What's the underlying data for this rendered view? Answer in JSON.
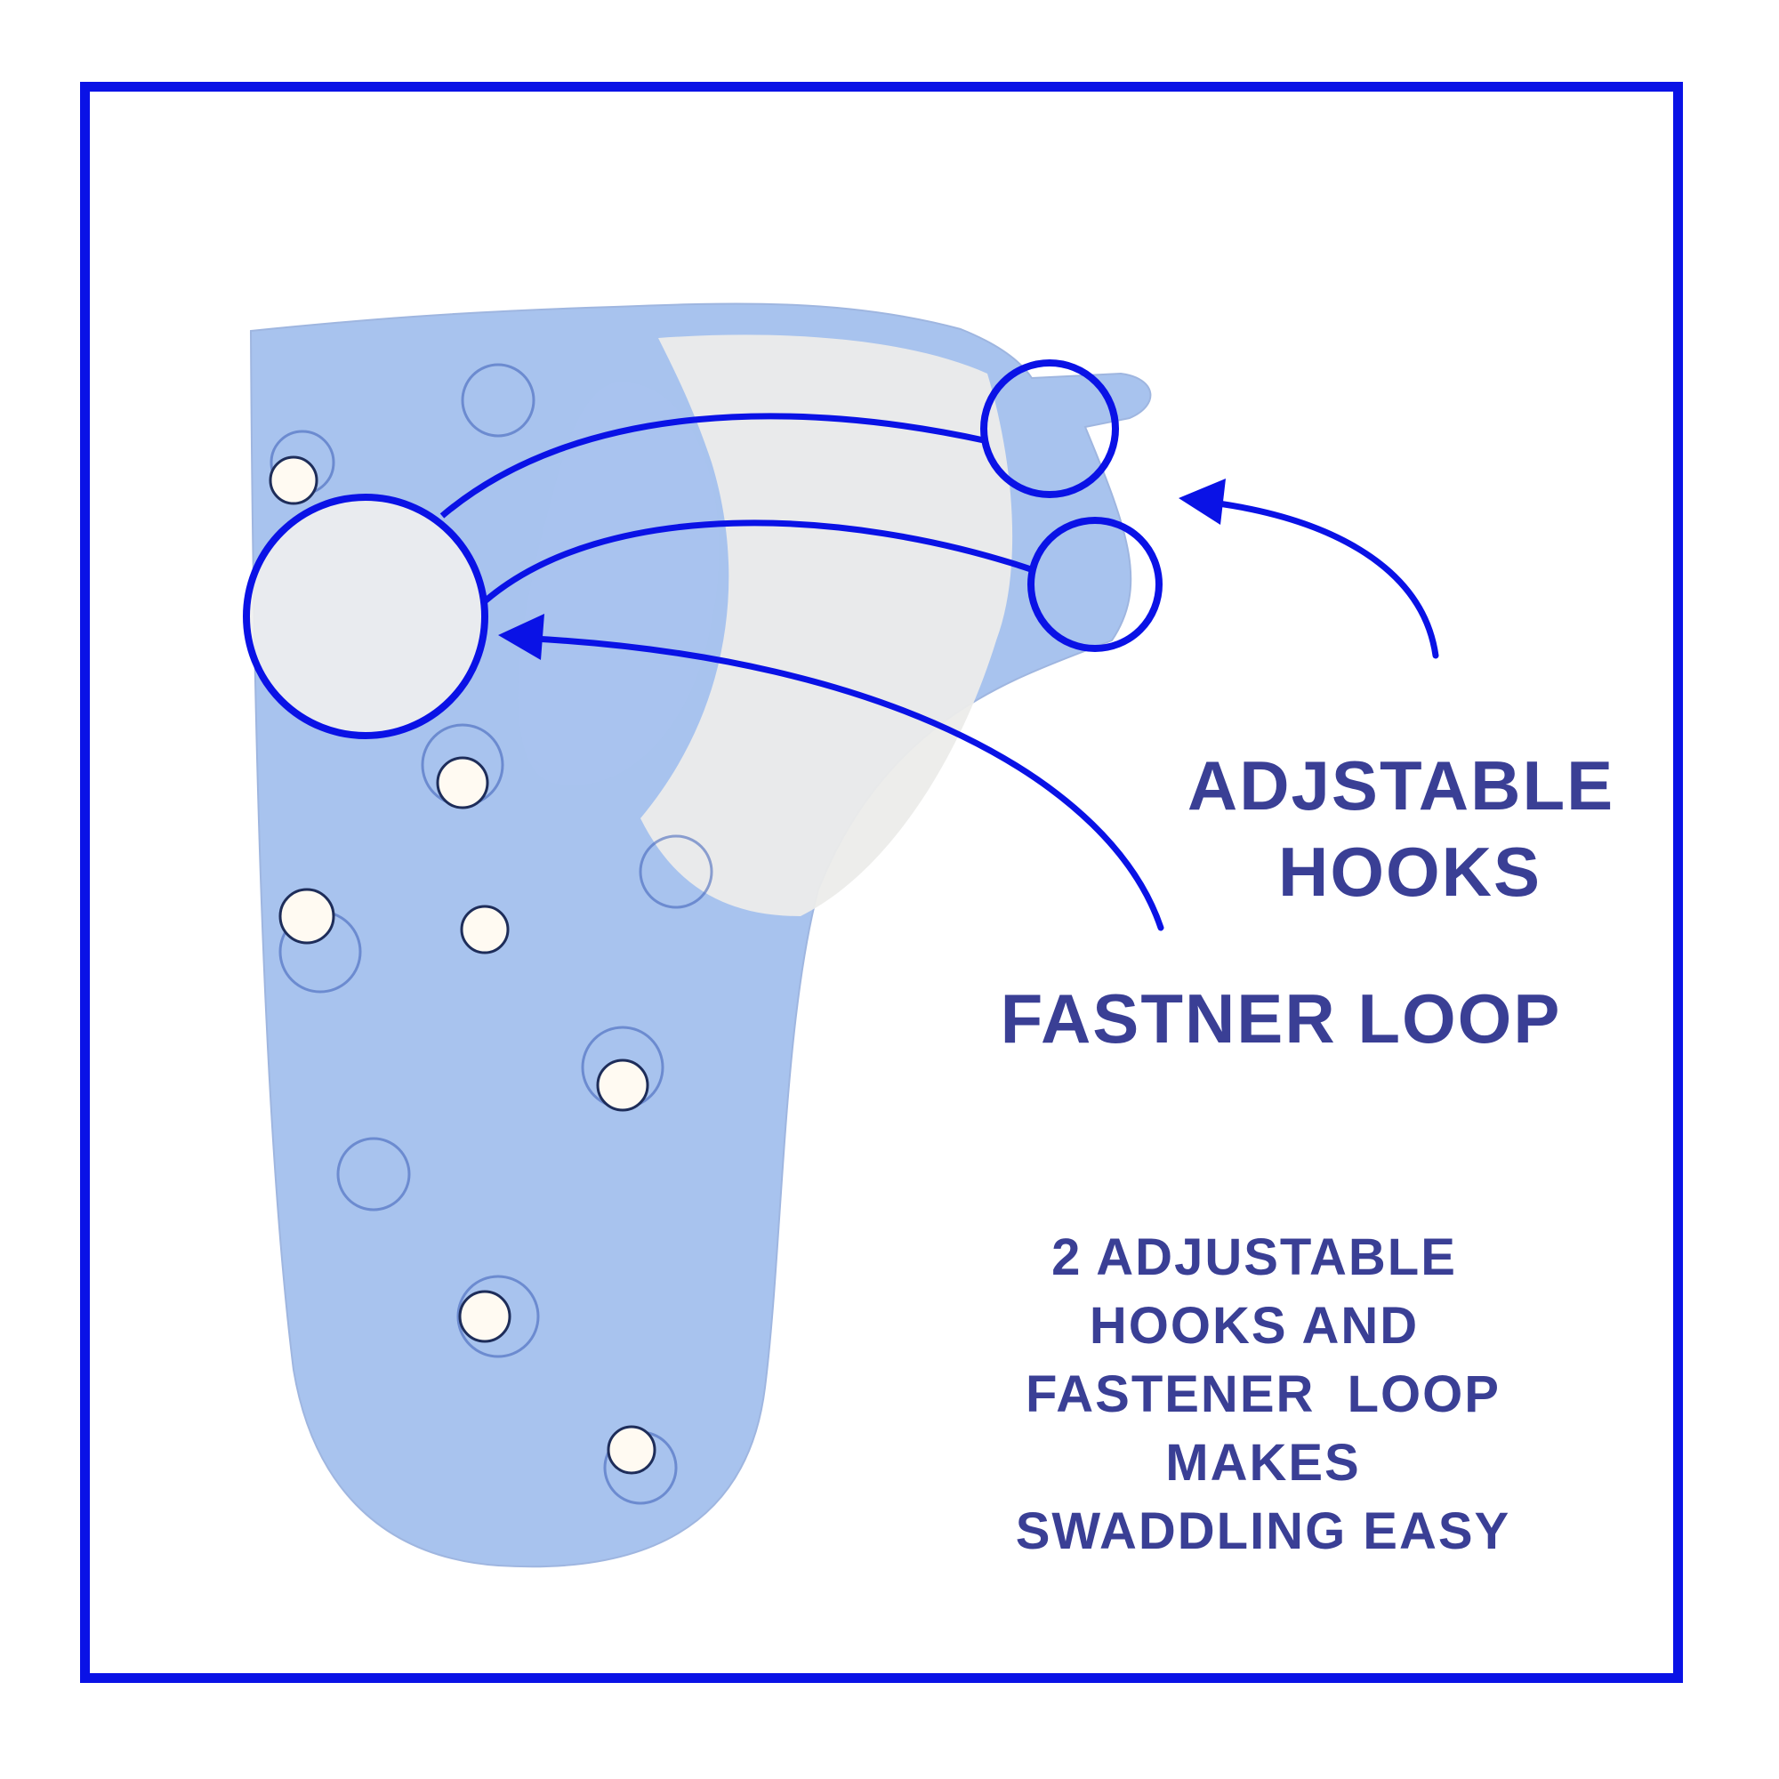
{
  "labels": {
    "hooks_line1": "ADJSTABLE",
    "hooks_line2": "HOOKS",
    "loop": "FASTNER LOOP",
    "description": [
      "2 ADJUSTABLE",
      "HOOKS AND",
      "FASTENER  LOOP",
      "MAKES",
      "SWADDLING EASY"
    ]
  },
  "colors": {
    "frame": "#0a12e6",
    "text": "#3a3f95",
    "fabric": "#a8c3ee",
    "lining": "#ececea"
  }
}
